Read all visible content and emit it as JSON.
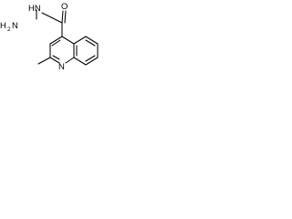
{
  "structure": {
    "atoms": {
      "hydrazide_nh": "HN",
      "hydrazide_nh2_h": "H",
      "hydrazide_nh2_n": "N",
      "hydrazide_nh2_subscript": "2",
      "carbonyl_o": "O",
      "ring_n": "N"
    },
    "colors": {
      "bond": "#000000",
      "text": "#000000",
      "background": "#ffffff"
    }
  }
}
